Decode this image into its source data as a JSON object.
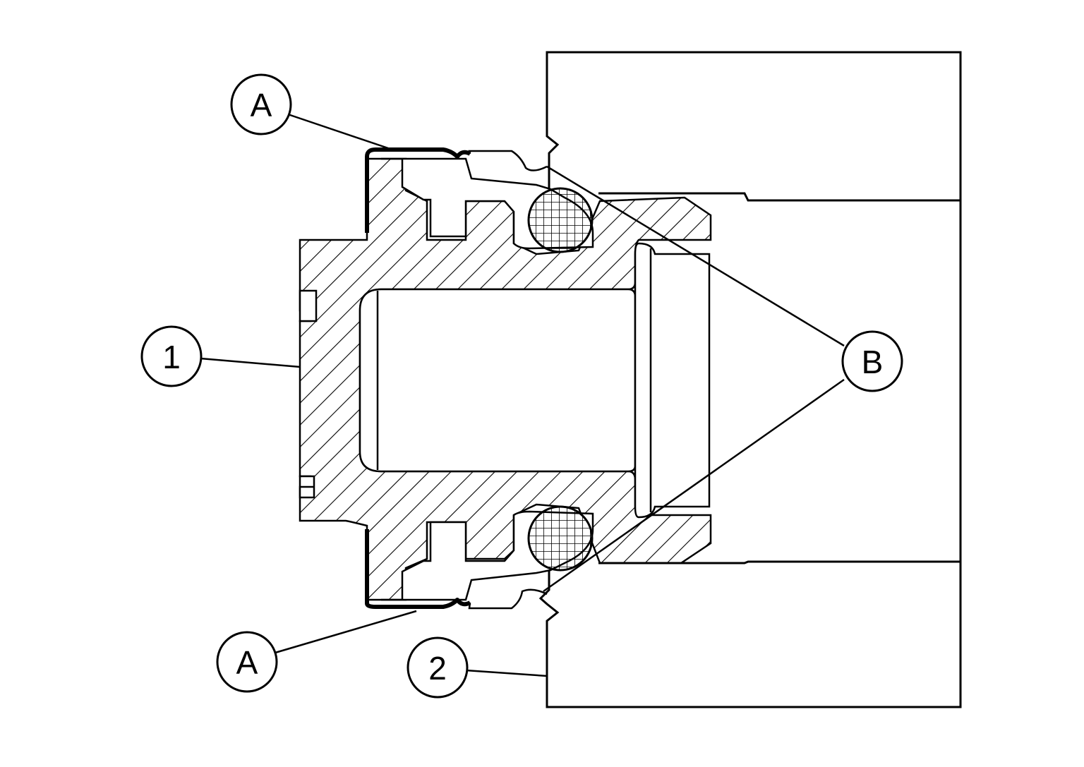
{
  "callouts": {
    "a_top": "A",
    "a_bottom": "A",
    "b": "B",
    "one": "1",
    "two": "2"
  },
  "colors": {
    "line": "#000000",
    "background": "#ffffff"
  }
}
